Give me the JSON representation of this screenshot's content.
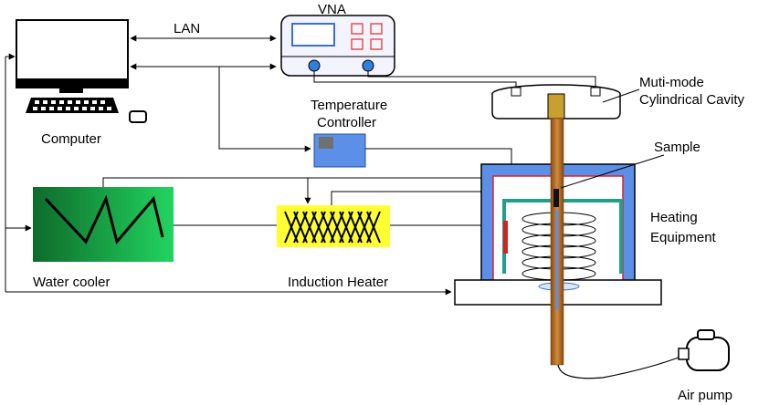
{
  "labels": {
    "vna": "VNA",
    "lan": "LAN",
    "computer": "Computer",
    "temperature_controller_line1": "Temperature",
    "temperature_controller_line2": "Controller",
    "cavity_line1": "Muti-mode",
    "cavity_line2": "Cylindrical Cavity",
    "sample": "Sample",
    "heating_equipment_line1": "Heating",
    "heating_equipment_line2": "Equipment",
    "water_cooler": "Water cooler",
    "induction_heater": "Induction Heater",
    "air_pump": "Air pump"
  },
  "colors": {
    "vna_panel": "#f4f4ff",
    "vna_screen": "#3a6fd8",
    "vna_buttons": "#e8504a",
    "vna_ports": "#2f7fe0",
    "temperature_controller": "#5b8fe8",
    "water_cooler_dark": "#0e6b2a",
    "water_cooler_light": "#22d460",
    "induction_heater": "#ffff33",
    "heating_outer": "#5b8fe8",
    "heating_inner_line": "#e0202a",
    "coil_frame": "#20a08a",
    "rod": "#b0681a",
    "red_element": "#d82020"
  }
}
